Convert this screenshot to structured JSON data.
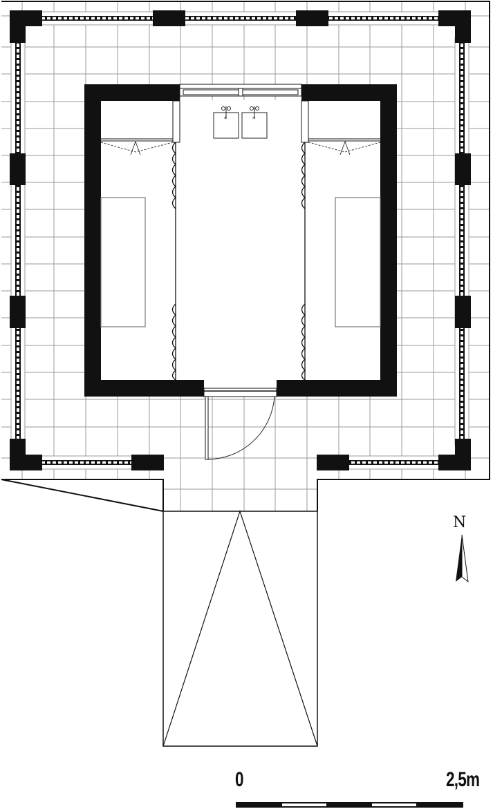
{
  "drawing": {
    "type": "architectural floor plan",
    "colors": {
      "wall": "#111111",
      "grid": "#9a9a9a",
      "line": "#111111",
      "background": "#ffffff"
    }
  },
  "north_arrow": {
    "label": "N"
  },
  "scale_bar": {
    "start_label": "0",
    "end_label": "2,5m",
    "segments": 5
  }
}
